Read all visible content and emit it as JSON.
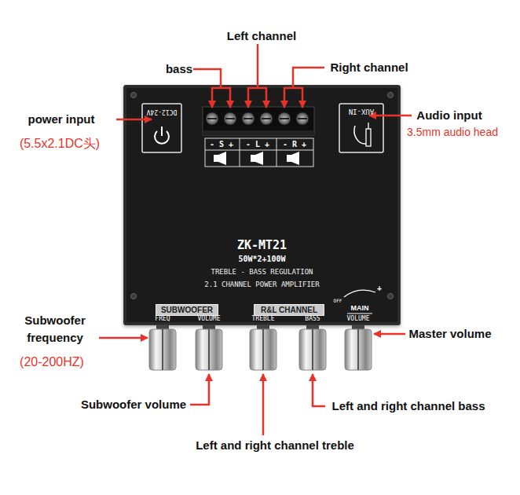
{
  "diagram": {
    "nodes": [
      {
        "text": [
          "ZK-MT21",
          "50W*2+100W",
          "TREBLE - BASS REGULATION",
          "2.1 CHANNEL POWER AMPLIFIER"
        ]
      },
      {
        "text": [
          "SUBWOOFER"
        ],
        "in": 0
      },
      {
        "text": [
          "R&L CHANNEL"
        ],
        "in": 0
      }
    ],
    "labels": [
      "Left channel",
      "bass",
      "Right channel",
      "power input",
      "(5.5x2.1DC头)",
      "Audio input",
      "3.5mm audio head",
      "DC12-24V",
      "AUX-IN",
      "- S +",
      "- L +",
      "- R +",
      "FREQ",
      "VOLUME",
      "TREBLE",
      "BASS",
      "OFF",
      "+",
      "MAIN",
      "VOLUME",
      "Subwoofer frequency",
      "(20-200HZ)",
      "Master volume",
      "Subwoofer volume",
      "Left and right channel bass",
      "Left and right channel treble"
    ]
  }
}
